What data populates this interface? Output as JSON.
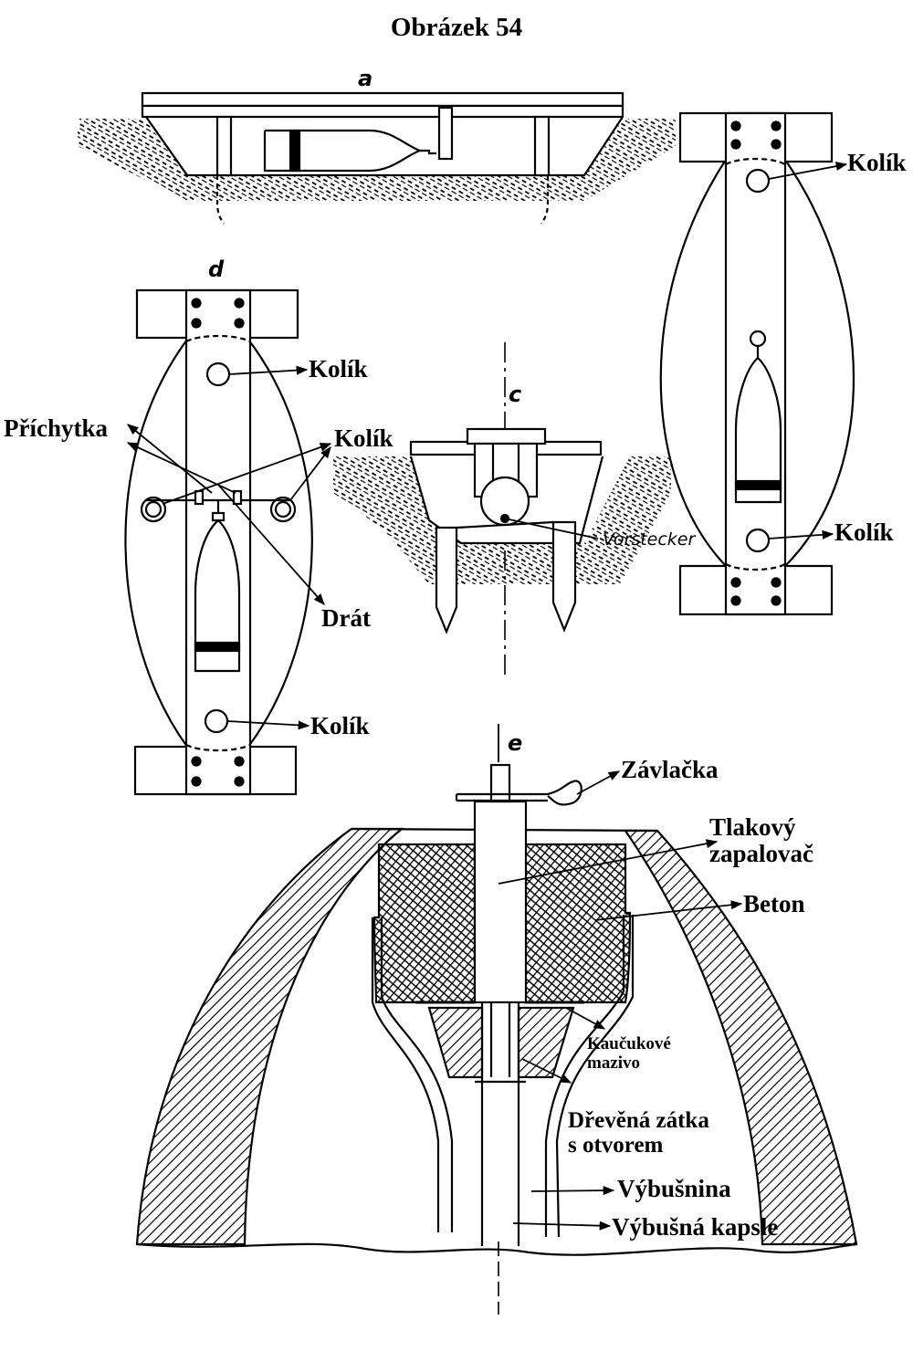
{
  "figure": {
    "title": "Obrázek 54",
    "view_letters": {
      "a": "a",
      "c": "c",
      "d": "d",
      "e": "e"
    },
    "inline_text": {
      "vorstecker": "Vorstecker"
    },
    "labels": {
      "kolik_b_top": "Kolík",
      "kolik_b_bottom": "Kolík",
      "kolik_d_top": "Kolík",
      "kolik_d_mid": "Kolík",
      "kolik_d_bottom": "Kolík",
      "prichytka": "Příchytka",
      "drat": "Drát",
      "zavlacka": "Závlačka",
      "tlakovy_line1": "Tlakový",
      "tlakovy_line2": "zapalovač",
      "beton": "Beton",
      "kaucukove_line1": "Kaučukové",
      "kaucukove_line2": "mazivo",
      "zatka_line1": "Dřevěná zátka",
      "zatka_line2": "s otvorem",
      "vybusnina": "Výbušnina",
      "kapsle": "Výbušná kapsle"
    }
  }
}
